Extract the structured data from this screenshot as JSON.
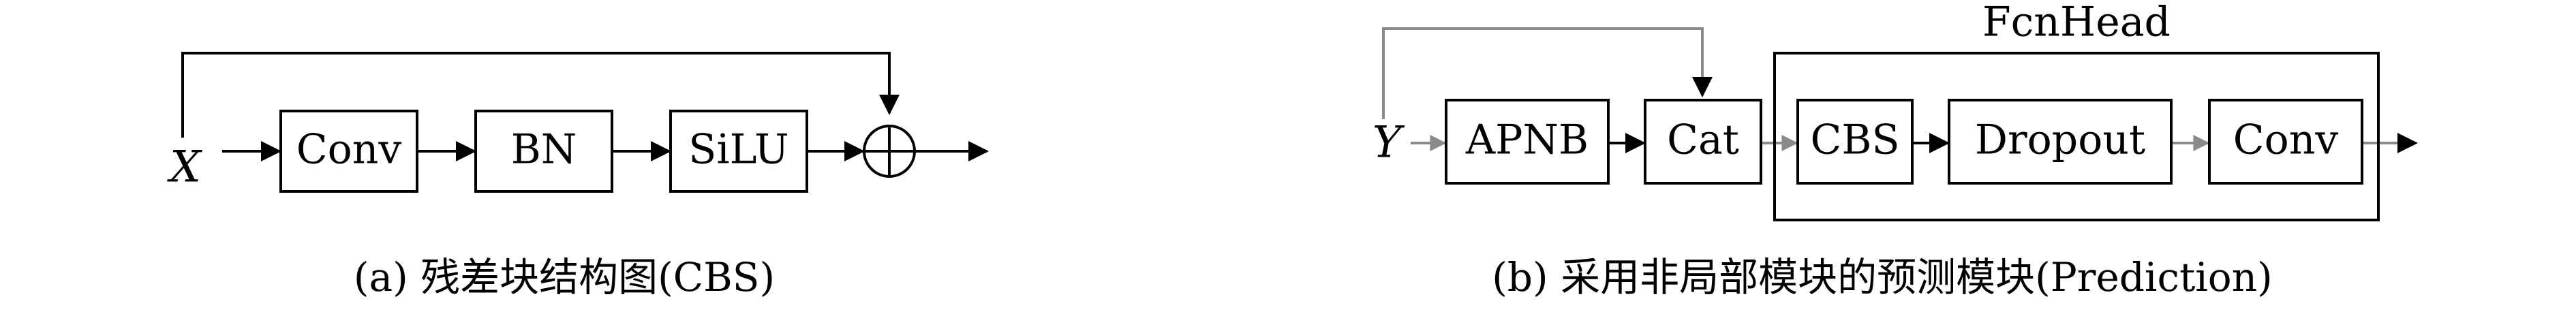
{
  "diagram_a": {
    "input_label": "X",
    "blocks": [
      "Conv",
      "BN",
      "SiLU"
    ],
    "caption": "(a) 残差块结构图(CBS)"
  },
  "diagram_b": {
    "input_label": "Y",
    "blocks": [
      "APNB",
      "Cat"
    ],
    "group_title": "FcnHead",
    "group_blocks": [
      "CBS",
      "Dropout",
      "Conv"
    ],
    "caption": "(b) 采用非局部模块的预测模块(Prediction)"
  }
}
